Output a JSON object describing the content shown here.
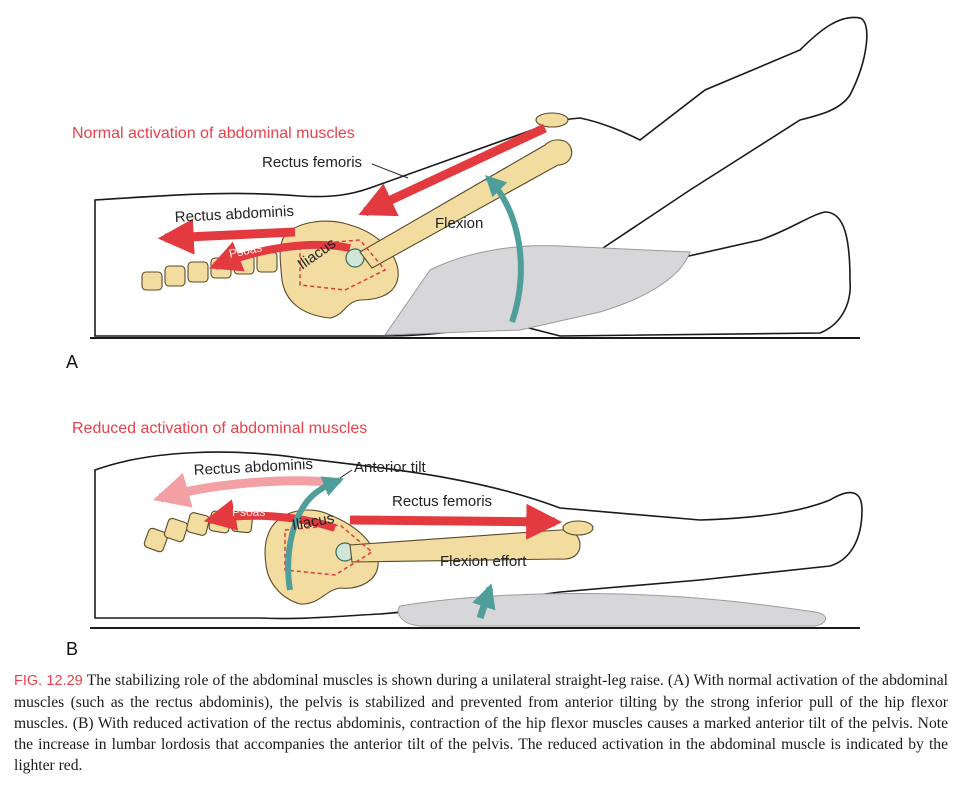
{
  "panel_a": {
    "header": "Normal activation of abdominal muscles",
    "labels": {
      "rectus_femoris": "Rectus femoris",
      "rectus_abdominis": "Rectus abdominis",
      "psoas": "Psoas",
      "iliacus": "Iliacus",
      "flexion": "Flexion"
    },
    "letter": "A"
  },
  "panel_b": {
    "header": "Reduced activation of abdominal muscles",
    "labels": {
      "rectus_abdominis": "Rectus abdominis",
      "anterior_tilt": "Anterior tilt",
      "rectus_femoris": "Rectus femoris",
      "psoas": "Psoas",
      "iliacus": "Iliacus",
      "flexion_effort": "Flexion effort"
    },
    "letter": "B"
  },
  "caption": {
    "fig_number": "FIG. 12.29",
    "text": "The stabilizing role of the abdominal muscles is shown during a unilateral straight-leg raise. (A) With normal activation of the abdominal muscles (such as the rectus abdominis), the pelvis is stabilized and prevented from anterior tilting by the strong inferior pull of the hip flexor muscles. (B) With reduced activation of the rectus abdominis, contraction of the hip flexor muscles causes a marked anterior tilt of the pelvis. Note the increase in lumbar lordosis that accompanies the anterior tilt of the pelvis. The reduced activation in the abdominal muscle is indicated by the lighter red."
  },
  "colors": {
    "accent_red": "#e8414b",
    "muscle_red": "#e23a3f",
    "muscle_light_red": "#f2a0a3",
    "arrow_teal": "#4f9e9a",
    "bone": "#f3dc9f",
    "support_gray": "#d7d7da"
  }
}
